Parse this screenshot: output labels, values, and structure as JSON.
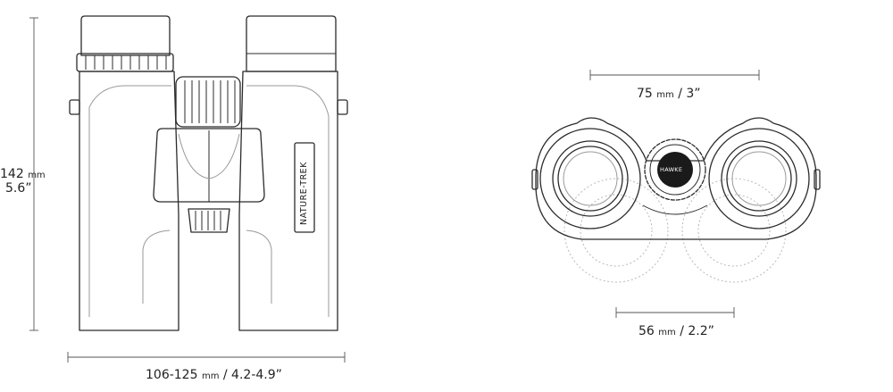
{
  "dimensions": {
    "height": {
      "value": "142",
      "unit": "mm",
      "imperial": "5.6”"
    },
    "width": {
      "value": "106-125",
      "unit": "mm",
      "imperial": "/ 4.2-4.9”"
    },
    "objective_span": {
      "value": "75",
      "unit": "mm",
      "imperial": "/ 3”"
    },
    "eyepiece_span": {
      "value": "56",
      "unit": "mm",
      "imperial": "/ 2.2”"
    }
  },
  "labels": {
    "model_name": "NATURE-TREK",
    "logo_text": "HAWKE"
  },
  "colors": {
    "line": "#2b2b2b",
    "logo_fill": "#1a1a1a"
  }
}
